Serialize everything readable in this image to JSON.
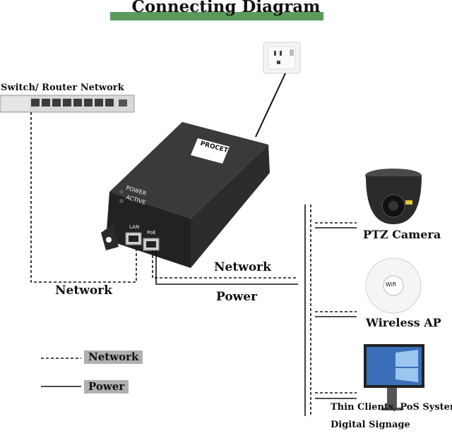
{
  "title": "Connecting Diagram",
  "switch_label": "Switch/ Router Network",
  "injector": {
    "brand": "PROCET",
    "led_power": "POWER",
    "led_active": "ACTIVE",
    "port_lan": "LAN",
    "port_poe": "PoE"
  },
  "link_labels": {
    "left_network": "Network",
    "right_network": "Network",
    "right_power": "Power"
  },
  "devices": {
    "camera": "PTZ Camera",
    "ap": "Wireless AP",
    "ap_badge": "Wifi",
    "clients_line1": "Thin Clients, PoS System,",
    "clients_line2": "Digital Signage"
  },
  "legend": {
    "network": "Network",
    "power": "Power"
  },
  "colors": {
    "title_bar": "#5b9a5c",
    "legend_bg": "#b0b0b0",
    "device_body": "#2a2a2a"
  }
}
